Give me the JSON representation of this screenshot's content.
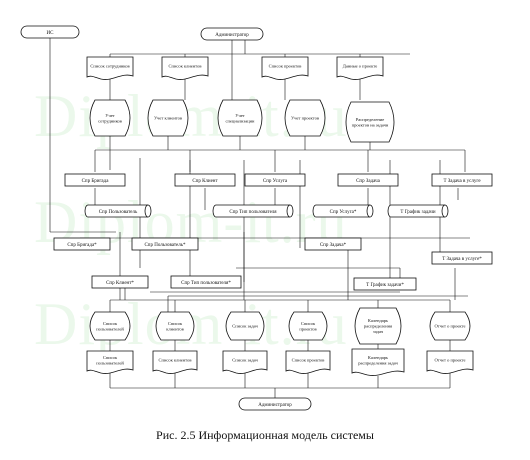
{
  "watermark": "Diplom-it.ru",
  "caption": "Рис. 2.5 Информационная модель системы",
  "terminators": {
    "ic": "ИС",
    "admin_top": "Администратор",
    "admin_bottom": "Администратор"
  },
  "top_documents": [
    "Список сотрудников",
    "Список клиентов",
    "Список проектов",
    "Данные о проекте"
  ],
  "processes": [
    "Учет сотрудников",
    "Учет клиентов",
    "Учет специализации",
    "Учет проектов",
    "Распределение проектов на задачи"
  ],
  "tables_row1": [
    "Спр Бригада",
    "Спр Клиент",
    "Спр Услуга",
    "Спр Задача",
    "Т Задача в услуге"
  ],
  "cylinders_row1": [
    "Спр Пользователь",
    "Спр Тип пользователя",
    "Спр Услуга*",
    "Т График задачи"
  ],
  "tables_row2": [
    "Спр Бригада*",
    "Спр Пользователь*",
    "Спр Задача*",
    "Т Задача в услуге*"
  ],
  "tables_row3": [
    "Спр Клиент*",
    "Спр Тип пользователя*",
    "Т График задачи*"
  ],
  "report_processes": [
    "Список пользователей",
    "Список клиентов",
    "Список задач",
    "Список проектов",
    "Календарь распределения задач",
    "Отчет о проекте"
  ],
  "report_documents": [
    "Список пользователей",
    "Список клиентов",
    "Список задач",
    "Список проектов",
    "Календарь распределения задач",
    "Отчет о проекте"
  ]
}
